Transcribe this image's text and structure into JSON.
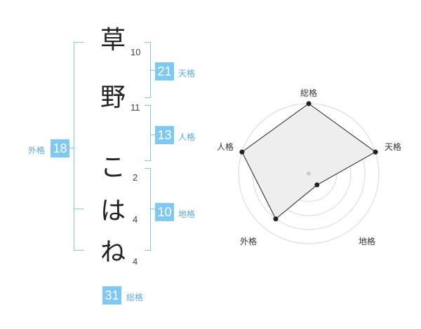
{
  "name": {
    "chars": [
      {
        "char": "草",
        "strokes": "10"
      },
      {
        "char": "野",
        "strokes": "11"
      },
      {
        "char": "こ",
        "strokes": "2"
      },
      {
        "char": "は",
        "strokes": "4"
      },
      {
        "char": "ね",
        "strokes": "4"
      }
    ]
  },
  "kakusu": {
    "tenkaku": {
      "value": "21",
      "label": "天格"
    },
    "jinkaku": {
      "value": "13",
      "label": "人格"
    },
    "chikaku": {
      "value": "10",
      "label": "地格"
    },
    "gaikaku": {
      "value": "18",
      "label": "外格"
    },
    "soukaku": {
      "value": "31",
      "label": "総格"
    }
  },
  "colors": {
    "accent": "#7ec8f2",
    "accent_text": "#5aa9dc",
    "radar_fill": "#eeeeee"
  },
  "chart_data": {
    "type": "radar",
    "axes": [
      "総格",
      "天格",
      "地格",
      "外格",
      "人格"
    ],
    "values": [
      5,
      5,
      1,
      4,
      5
    ],
    "rmax": 5,
    "rings": 5
  }
}
